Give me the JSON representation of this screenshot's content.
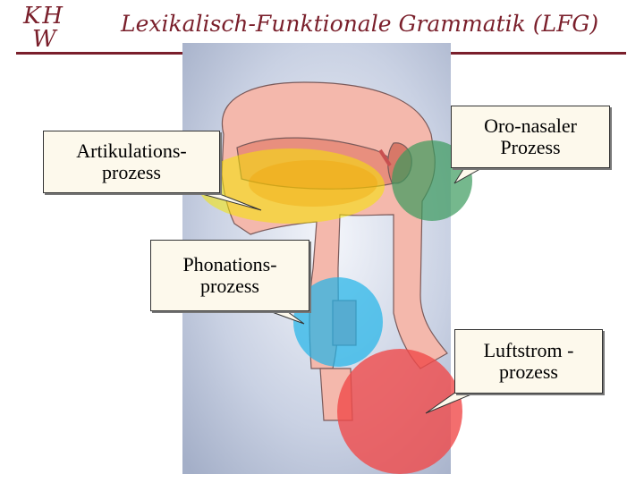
{
  "header": {
    "logo_line1": "KH",
    "logo_line2": "W",
    "title": "Lexikalisch-Funktionale Grammatik (LFG)",
    "brand_color": "#7a1f2b"
  },
  "diagram": {
    "labels": {
      "artikulation": {
        "line1": "Artikulations-",
        "line2": "prozess",
        "color": "#f5e600"
      },
      "oronasal": {
        "line1": "Oro-nasaler",
        "line2": "Prozess",
        "color": "#3a9a5c"
      },
      "phonation": {
        "line1": "Phonations-",
        "line2": "prozess",
        "color": "#1fb3e8"
      },
      "luftstrom": {
        "line1": "Luftstrom -",
        "line2": "prozess",
        "color": "#f04a4a"
      }
    }
  }
}
